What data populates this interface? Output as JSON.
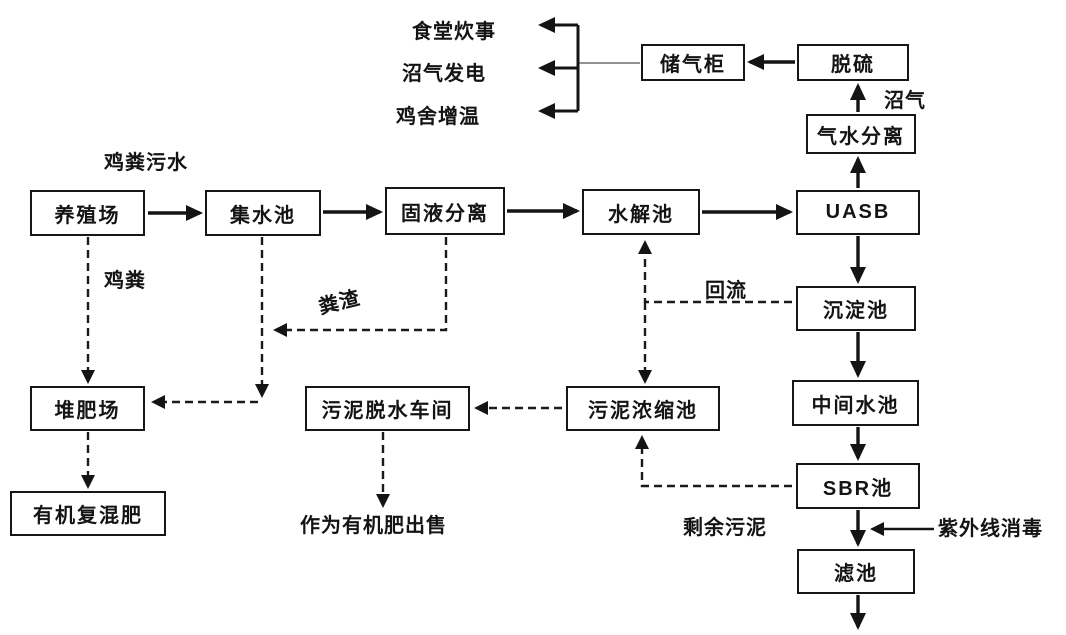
{
  "diagram": {
    "background": "#ffffff",
    "ink_color": "#141414",
    "nodes": {
      "farm": {
        "label": "养殖场"
      },
      "collection_pool": {
        "label": "集水池"
      },
      "solid_liquid_separation": {
        "label": "固液分离"
      },
      "hydrolysis_pool": {
        "label": "水解池"
      },
      "uasb": {
        "label": "UASB"
      },
      "gas_water_separation": {
        "label": "气水分离"
      },
      "desulfurization": {
        "label": "脱硫"
      },
      "gas_storage_tank": {
        "label": "储气柜"
      },
      "sedimentation_pool": {
        "label": "沉淀池"
      },
      "intermediate_pool": {
        "label": "中间水池"
      },
      "sbr_pool": {
        "label": "SBR池"
      },
      "filter_pool": {
        "label": "滤池"
      },
      "composting_site": {
        "label": "堆肥场"
      },
      "organic_compound_fertilizer": {
        "label": "有机复混肥"
      },
      "sludge_dewatering_workshop": {
        "label": "污泥脱水车间"
      },
      "sludge_thickening_pool": {
        "label": "污泥浓缩池"
      }
    },
    "terminals": {
      "canteen_cooking": "食堂炊事",
      "biogas_power": "沼气发电",
      "coop_heating": "鸡舍增温",
      "sold_as_organic_fertilizer": "作为有机肥出售"
    },
    "flow_labels": {
      "manure_wastewater": "鸡粪污水",
      "manure": "鸡粪",
      "manure_residue": "粪渣",
      "reflux": "回流",
      "biogas": "沼气",
      "surplus_sludge": "剩余污泥",
      "uv_disinfection": "紫外线消毒"
    },
    "edges": [
      {
        "from": "farm",
        "to": "collection_pool",
        "style": "solid",
        "label": "鸡粪污水"
      },
      {
        "from": "collection_pool",
        "to": "solid_liquid_separation",
        "style": "solid"
      },
      {
        "from": "solid_liquid_separation",
        "to": "hydrolysis_pool",
        "style": "solid"
      },
      {
        "from": "hydrolysis_pool",
        "to": "uasb",
        "style": "solid"
      },
      {
        "from": "uasb",
        "to": "gas_water_separation",
        "style": "solid"
      },
      {
        "from": "gas_water_separation",
        "to": "desulfurization",
        "style": "solid",
        "label": "沼气"
      },
      {
        "from": "desulfurization",
        "to": "gas_storage_tank",
        "style": "solid"
      },
      {
        "from": "gas_storage_tank",
        "to": "canteen_cooking",
        "style": "solid"
      },
      {
        "from": "gas_storage_tank",
        "to": "biogas_power",
        "style": "solid"
      },
      {
        "from": "gas_storage_tank",
        "to": "coop_heating",
        "style": "solid"
      },
      {
        "from": "uasb",
        "to": "sedimentation_pool",
        "style": "solid"
      },
      {
        "from": "sedimentation_pool",
        "to": "intermediate_pool",
        "style": "solid"
      },
      {
        "from": "intermediate_pool",
        "to": "sbr_pool",
        "style": "solid"
      },
      {
        "from": "sbr_pool",
        "to": "filter_pool",
        "style": "solid"
      },
      {
        "from": "filter_pool",
        "to": "outflow",
        "style": "solid"
      },
      {
        "from": "uv_disinfection",
        "to": "sbr_to_filter_line",
        "style": "solid",
        "label": "紫外线消毒"
      },
      {
        "from": "farm",
        "to": "composting_site",
        "style": "dashed",
        "label": "鸡粪"
      },
      {
        "from": "collection_pool",
        "to": "composting_site",
        "style": "dashed"
      },
      {
        "from": "solid_liquid_separation",
        "to": "collection_to_compost_line",
        "style": "dashed",
        "label": "粪渣"
      },
      {
        "from": "composting_site",
        "to": "organic_compound_fertilizer",
        "style": "dashed"
      },
      {
        "from": "sedimentation_pool",
        "to": "hydrolysis_pool",
        "style": "dashed",
        "label": "回流"
      },
      {
        "from": "sedimentation_pool",
        "to": "sludge_thickening_pool",
        "style": "dashed"
      },
      {
        "from": "sbr_pool",
        "to": "sludge_thickening_pool",
        "style": "dashed",
        "label": "剩余污泥"
      },
      {
        "from": "sludge_thickening_pool",
        "to": "sludge_dewatering_workshop",
        "style": "dashed"
      },
      {
        "from": "sludge_dewatering_workshop",
        "to": "sold_as_organic_fertilizer",
        "style": "dashed"
      }
    ]
  }
}
